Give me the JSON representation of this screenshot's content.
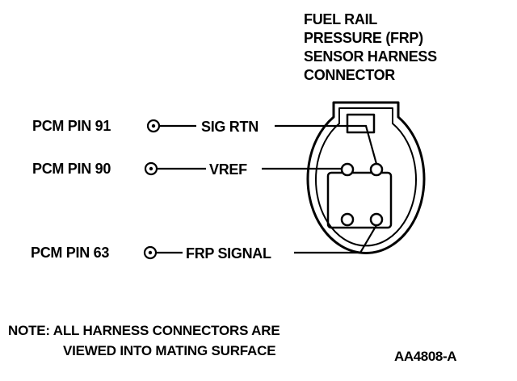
{
  "title_lines": [
    "FUEL RAIL",
    "PRESSURE (FRP)",
    "SENSOR HARNESS",
    "CONNECTOR"
  ],
  "pins": [
    {
      "pcm": "PCM PIN 91",
      "signal": "SIG RTN"
    },
    {
      "pcm": "PCM PIN 90",
      "signal": "VREF"
    },
    {
      "pcm": "PCM PIN 63",
      "signal": "FRP SIGNAL"
    }
  ],
  "note_lines": [
    "NOTE: ALL HARNESS CONNECTORS ARE",
    "VIEWED INTO MATING SURFACE"
  ],
  "reference_code": "AA4808-A"
}
